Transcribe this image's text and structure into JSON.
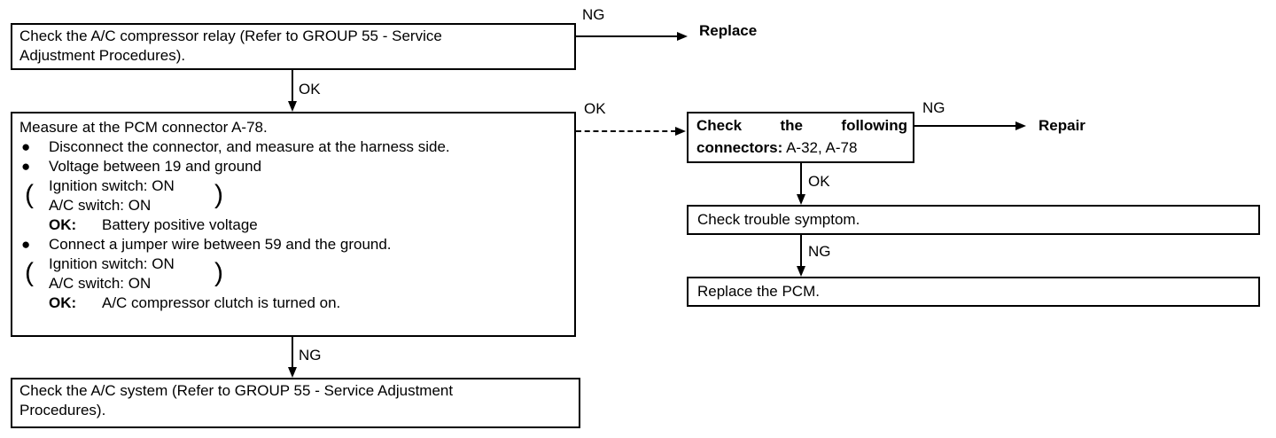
{
  "box1": {
    "line1": "Check the A/C compressor relay (Refer to GROUP 55 - Service",
    "line2": "Adjustment Procedures)."
  },
  "box2": {
    "title": "Measure at the PCM connector A-78.",
    "bullet1": "Disconnect the connector, and measure at the harness side.",
    "bullet2": "Voltage between 19 and ground",
    "cond1a": "Ignition switch: ON",
    "cond1b": "A/C switch: ON",
    "ok1_label": "OK:",
    "ok1_text": "Battery positive voltage",
    "bullet3": "Connect a jumper wire between 59 and the ground.",
    "cond2a": "Ignition switch: ON",
    "cond2b": "A/C switch: ON",
    "ok2_label": "OK:",
    "ok2_text": "A/C compressor clutch is turned on."
  },
  "box3": {
    "line1": "Check the A/C system (Refer to GROUP 55 - Service Adjustment",
    "line2": "Procedures)."
  },
  "box4": {
    "line1_a": "Check",
    "line1_b": "the",
    "line1_c": "following",
    "line2_bold": "connectors:",
    "line2_rest": " A-32, A-78"
  },
  "box5": {
    "text": "Check trouble symptom."
  },
  "box6": {
    "text": "Replace the PCM."
  },
  "labels": {
    "ng_top": "NG",
    "replace": "Replace",
    "ok_1": "OK",
    "ok_2": "OK",
    "ng_mid": "NG",
    "repair": "Repair",
    "ok_3": "OK",
    "ng_4": "NG",
    "ng_5": "NG"
  }
}
